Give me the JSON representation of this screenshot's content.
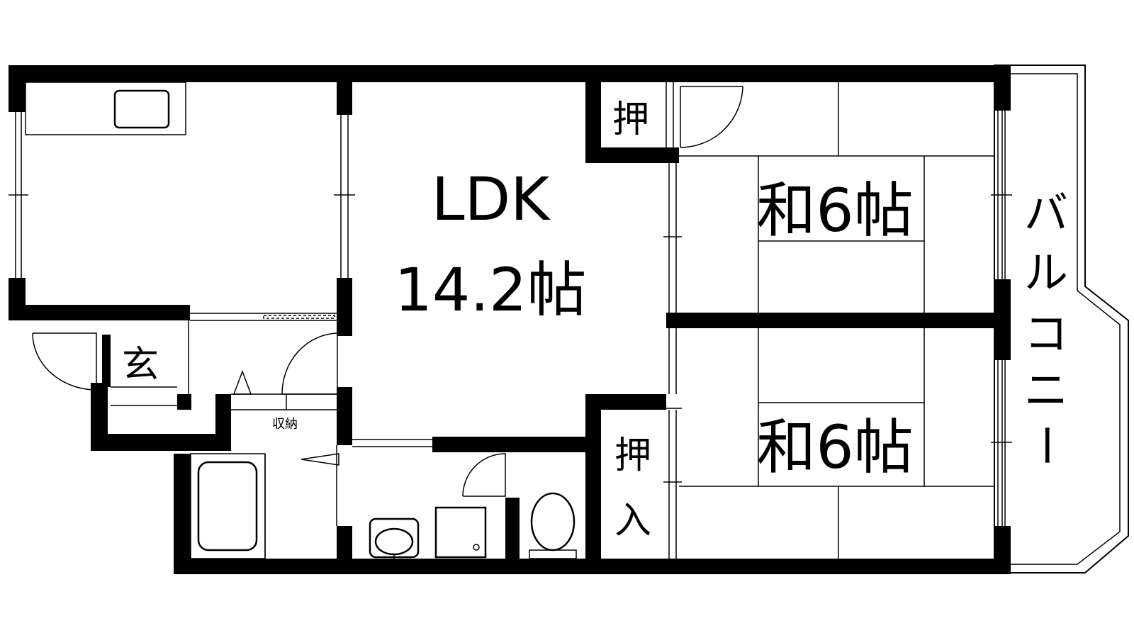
{
  "rooms": {
    "ldk": {
      "name": "LDK",
      "size": "14.2帖"
    },
    "washitsu_top": {
      "label": "和6帖"
    },
    "washitsu_bottom": {
      "label": "和6帖"
    },
    "oshiire_top": {
      "label": "押"
    },
    "oshiire_bottom": {
      "label": "押入",
      "chars": [
        "押",
        "入"
      ]
    },
    "genkan": {
      "label": "玄"
    },
    "shuno": {
      "label": "収納"
    },
    "balcony": {
      "label": "バルコニー",
      "chars": [
        "バ",
        "ル",
        "コ",
        "ニ",
        "ー"
      ]
    }
  },
  "colors": {
    "wall": "#000000",
    "background": "#ffffff"
  }
}
